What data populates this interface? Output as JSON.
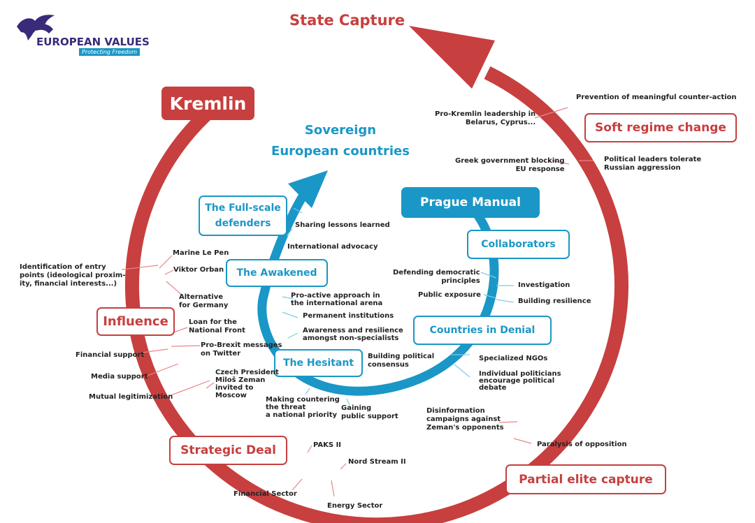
{
  "logo": {
    "name": "EUROPEAN VALUES",
    "tagline": "Protecting Freedom",
    "icon": "pegasus-icon"
  },
  "colors": {
    "red": "#c73f3f",
    "blue": "#1a97c6",
    "logo_purple": "#3a2a7a"
  },
  "outer_cycle": {
    "end_label": "State Capture",
    "stages": [
      "Kremlin",
      "Influence",
      "Strategic Deal",
      "Partial elite capture",
      "Soft regime change"
    ],
    "influence_items": [
      "Identification of entry\npoints (ideological proxim-\nity, financial interests...)",
      "Marine Le Pen",
      "Viktor Orban",
      "Alternative\nfor Germany",
      "Loan for the\nNational Front",
      "Financial support",
      "Pro-Brexit messages\non Twitter",
      "Media support",
      "Czech President\nMiloš Zeman\ninvited to\nMoscow",
      "Mutual legitimization"
    ],
    "strategic_deal_items": [
      "PAKS II",
      "Nord Stream II",
      "Financial Sector",
      "Energy Sector"
    ],
    "partial_capture_items": [
      "Disinformation\ncampaigns against\nZeman's opponents",
      "Paralysis of opposition"
    ],
    "soft_regime_items": [
      "Prevention of meaningful counter-action",
      "Pro-Kremlin leadership in\nBelarus, Cyprus...",
      "Greek government blocking\nEU response",
      "Political leaders tolerate\nRussian aggression"
    ]
  },
  "inner_cycle": {
    "end_label": "Sovereign\nEuropean countries",
    "source": "Prague Manual",
    "stages": [
      "Collaborators",
      "Countries in Denial",
      "The Hesitant",
      "The Awakened",
      "The Full-scale\ndefenders"
    ],
    "collaborators_items": [
      "Defending democratic\nprinciples",
      "Investigation",
      "Public exposure",
      "Building resilience"
    ],
    "denial_items": [
      "Specialized NGOs",
      "Individual politicians\nencourage political\ndebate"
    ],
    "hesitant_items": [
      "Building political\nconsensus",
      "Making countering\nthe threat\na national priority",
      "Gaining\npublic support"
    ],
    "awakened_items": [
      "Pro-active approach in\nthe international arena",
      "Permanent institutions",
      "Awareness and resilience\namongst non-specialists"
    ],
    "defenders_items": [
      "Sharing lessons learned",
      "International advocacy"
    ]
  }
}
